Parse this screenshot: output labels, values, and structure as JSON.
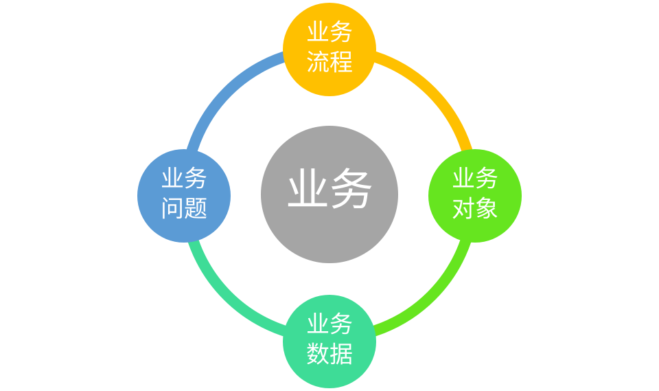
{
  "center": {
    "label": "业务",
    "color": "#A5A5A5"
  },
  "nodes": [
    {
      "id": "process",
      "line1": "业务",
      "line2": "流程",
      "color": "#FFC000"
    },
    {
      "id": "object",
      "line1": "业务",
      "line2": "对象",
      "color": "#66E51F"
    },
    {
      "id": "data",
      "line1": "业务",
      "line2": "数据",
      "color": "#3EDC97"
    },
    {
      "id": "problem",
      "line1": "业务",
      "line2": "问题",
      "color": "#5B9BD5"
    }
  ],
  "arcs": [
    {
      "id": "process-to-object",
      "color": "#FFC000"
    },
    {
      "id": "object-to-data",
      "color": "#66E51F"
    },
    {
      "id": "data-to-problem",
      "color": "#3EDC97"
    },
    {
      "id": "problem-to-process",
      "color": "#5B9BD5"
    }
  ]
}
